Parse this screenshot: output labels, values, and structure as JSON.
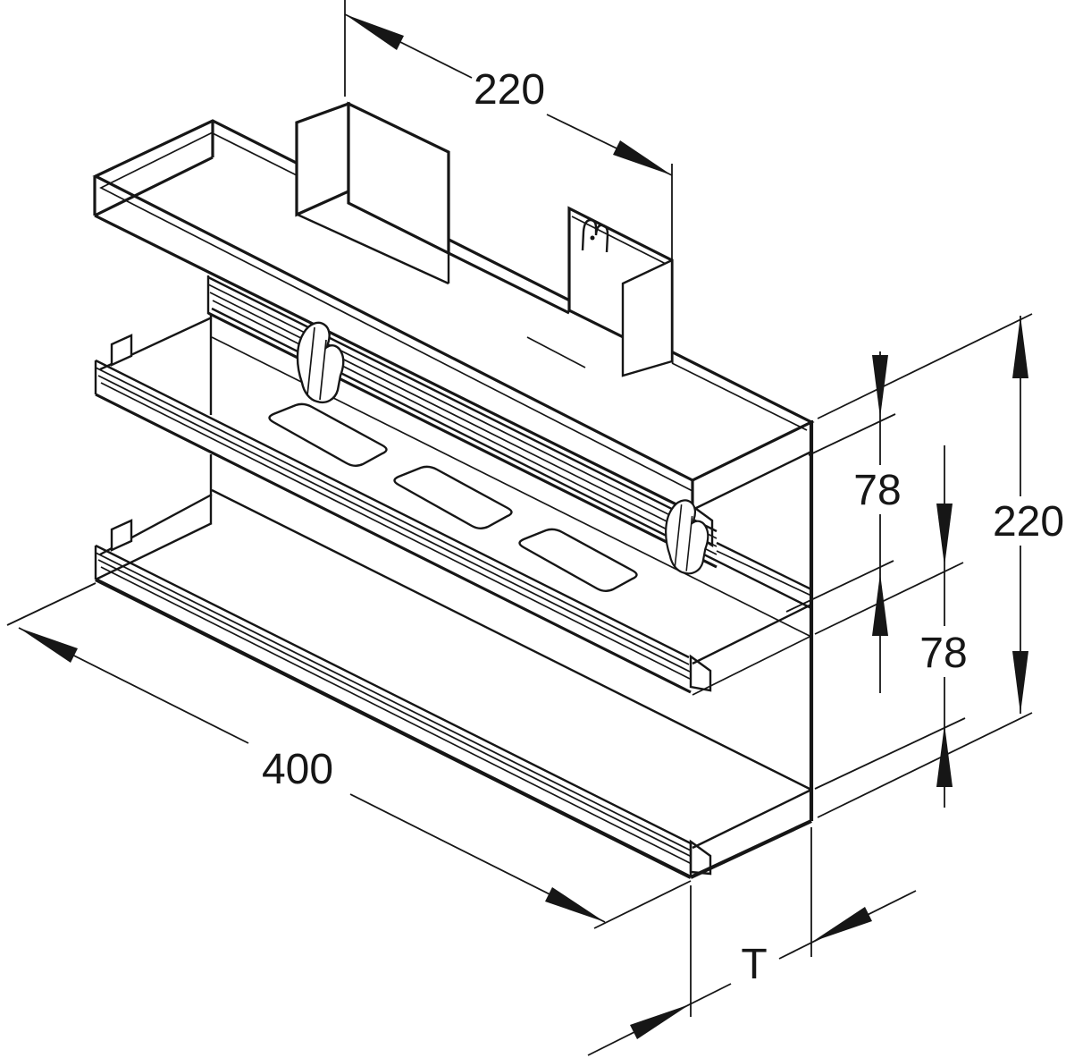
{
  "drawing": {
    "title": "isometric-duct-profile",
    "background_color": "#ffffff",
    "line_color": "#161616",
    "dimensions": {
      "top_length": {
        "label": "220"
      },
      "upper_height": {
        "label": "78"
      },
      "total_height": {
        "label": "220"
      },
      "lower_height": {
        "label": "78"
      },
      "length": {
        "label": "400"
      },
      "depth": {
        "label": "T"
      }
    }
  }
}
